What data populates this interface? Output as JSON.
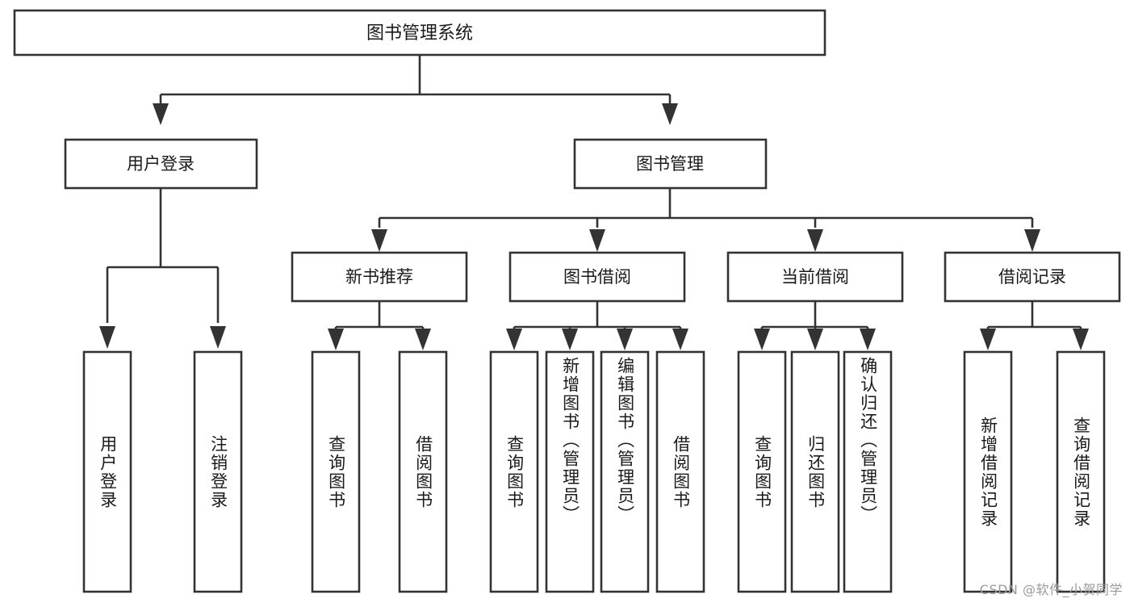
{
  "diagram": {
    "type": "tree-hierarchy",
    "title": "图书管理系统",
    "root": {
      "id": "root",
      "label": "图书管理系统",
      "orientation": "horizontal"
    },
    "level1": [
      {
        "id": "user-login",
        "label": "用户登录",
        "orientation": "horizontal"
      },
      {
        "id": "book-management",
        "label": "图书管理",
        "orientation": "horizontal"
      }
    ],
    "level2": [
      {
        "id": "new-book-recommend",
        "label": "新书推荐",
        "parent": "book-management",
        "orientation": "horizontal"
      },
      {
        "id": "book-borrow",
        "label": "图书借阅",
        "parent": "book-management",
        "orientation": "horizontal"
      },
      {
        "id": "current-borrow",
        "label": "当前借阅",
        "parent": "book-management",
        "orientation": "horizontal"
      },
      {
        "id": "borrow-record",
        "label": "借阅记录",
        "parent": "book-management",
        "orientation": "horizontal"
      }
    ],
    "leaves": [
      {
        "id": "leaf-user-login",
        "label": "用户登录",
        "parent": "user-login",
        "orientation": "vertical"
      },
      {
        "id": "leaf-logout-login",
        "label": "注销登录",
        "parent": "user-login",
        "orientation": "vertical"
      },
      {
        "id": "leaf-query-book-1",
        "label": "查询图书",
        "parent": "new-book-recommend",
        "orientation": "vertical"
      },
      {
        "id": "leaf-borrow-book-1",
        "label": "借阅图书",
        "parent": "new-book-recommend",
        "orientation": "vertical"
      },
      {
        "id": "leaf-query-book-2",
        "label": "查询图书",
        "parent": "book-borrow",
        "orientation": "vertical"
      },
      {
        "id": "leaf-add-book",
        "label": "新增图书（管理员）",
        "parent": "book-borrow",
        "orientation": "vertical"
      },
      {
        "id": "leaf-edit-book",
        "label": "编辑图书（管理员）",
        "parent": "book-borrow",
        "orientation": "vertical"
      },
      {
        "id": "leaf-borrow-book-2",
        "label": "借阅图书",
        "parent": "book-borrow",
        "orientation": "vertical"
      },
      {
        "id": "leaf-query-book-3",
        "label": "查询图书",
        "parent": "current-borrow",
        "orientation": "vertical"
      },
      {
        "id": "leaf-return-book",
        "label": "归还图书",
        "parent": "current-borrow",
        "orientation": "vertical"
      },
      {
        "id": "leaf-confirm-return",
        "label": "确认归还（管理员）",
        "parent": "current-borrow",
        "orientation": "vertical"
      },
      {
        "id": "leaf-add-record",
        "label": "新增借阅记录",
        "parent": "borrow-record",
        "orientation": "vertical"
      },
      {
        "id": "leaf-query-record",
        "label": "查询借阅记录",
        "parent": "borrow-record",
        "orientation": "vertical"
      }
    ],
    "colors": {
      "box_fill": "#ffffff",
      "box_stroke": "#333333",
      "text": "#1a1a1a",
      "background": "#ffffff",
      "watermark": "#9a9a9a"
    }
  },
  "watermark": {
    "text": "CSDN @软件_小贺同学"
  }
}
